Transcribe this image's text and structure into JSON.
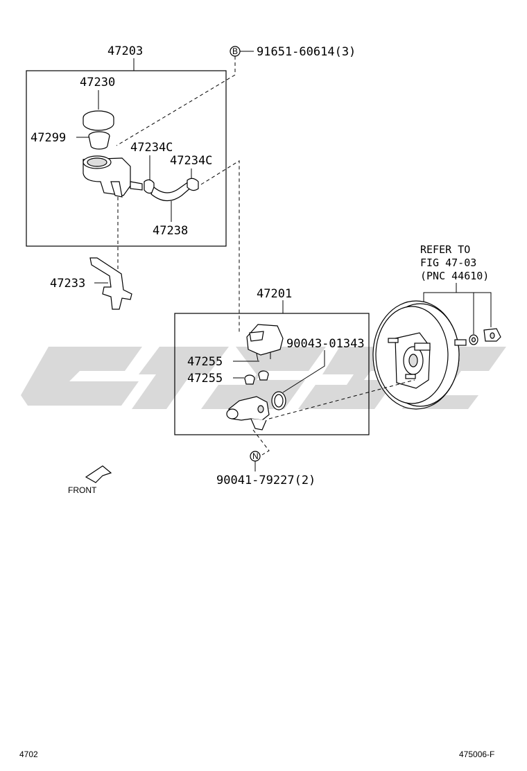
{
  "labels": {
    "assy_reservoir": "47203",
    "cap": "47230",
    "strainer": "47299",
    "clip_a": "47234C",
    "clip_b": "47234C",
    "hose": "47238",
    "bracket": "47233",
    "bolt_b": "91651-60614(3)",
    "callout_b": "B",
    "refer_line1": "REFER TO",
    "refer_line2": "FIG 47-03",
    "refer_line3": "(PNC 44610)",
    "assy_master": "47201",
    "oring": "90043-01343",
    "grommet_a": "47255",
    "grommet_b": "47255",
    "nut_n": "90041-79227(2)",
    "callout_n": "N",
    "front": "FRONT"
  },
  "footer": {
    "left": "4702",
    "right": "475006-F"
  }
}
